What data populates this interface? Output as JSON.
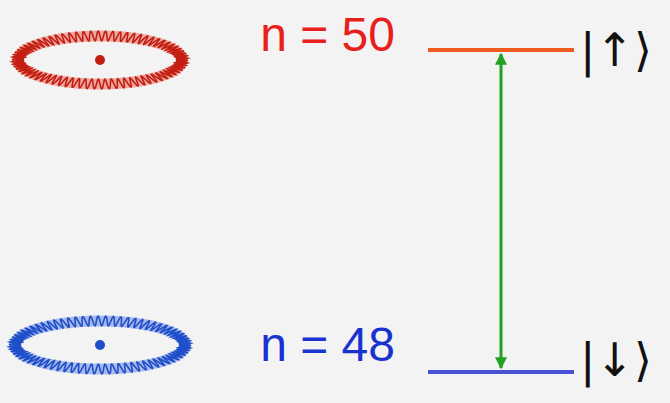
{
  "diagram": {
    "nodes": [
      {
        "text": [
          "n = 50",
          "|↑⟩"
        ]
      },
      {
        "text": [
          "n = 48",
          "|↓⟩"
        ]
      }
    ],
    "edges": [
      {
        "from": 0,
        "to": 1,
        "arrow": "both"
      }
    ]
  }
}
